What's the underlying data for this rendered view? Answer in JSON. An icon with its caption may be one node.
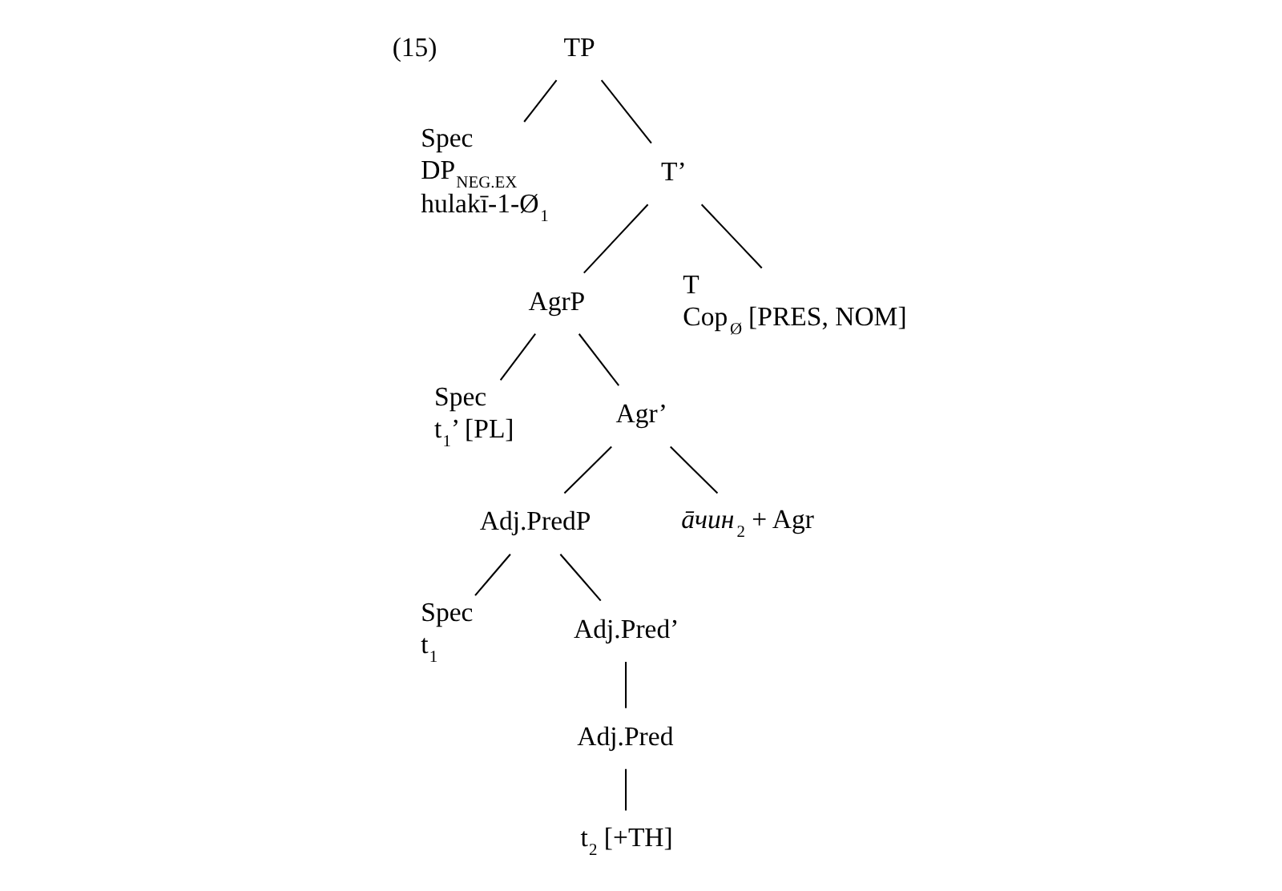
{
  "diagram": {
    "nodes": [
      {
        "text": [
          "TP"
        ]
      },
      {
        "text": [
          "Spec",
          "DP$_{NEG.EX}$",
          "hulakī-1-Ø$_{1}$"
        ]
      },
      {
        "text": [
          "T’"
        ]
      },
      {
        "text": [
          "AgrP"
        ]
      },
      {
        "text": [
          "T",
          "Cop$_{Ø}$ [PRES, NOM]"
        ]
      },
      {
        "text": [
          "Spec",
          "t$_{1}$’ [PL]"
        ]
      },
      {
        "text": [
          "Agr’"
        ]
      },
      {
        "text": [
          "Adj.PredP"
        ]
      },
      {
        "text": [
          "*āчин*$_{2}$ + Agr"
        ]
      },
      {
        "text": [
          "Spec",
          "t$_{1}$"
        ]
      },
      {
        "text": [
          "Adj.Pred’"
        ]
      },
      {
        "text": [
          "Adj.Pred"
        ]
      },
      {
        "text": [
          "t$_{2}$ [+TH]"
        ]
      }
    ],
    "edges": [
      {
        "from": 0,
        "to": 1,
        "arrow": "none"
      },
      {
        "from": 0,
        "to": 2,
        "arrow": "none"
      },
      {
        "from": 2,
        "to": 3,
        "arrow": "none"
      },
      {
        "from": 2,
        "to": 4,
        "arrow": "none"
      },
      {
        "from": 3,
        "to": 5,
        "arrow": "none"
      },
      {
        "from": 3,
        "to": 6,
        "arrow": "none"
      },
      {
        "from": 6,
        "to": 7,
        "arrow": "none"
      },
      {
        "from": 6,
        "to": 8,
        "arrow": "none"
      },
      {
        "from": 7,
        "to": 9,
        "arrow": "none"
      },
      {
        "from": 7,
        "to": 10,
        "arrow": "none"
      },
      {
        "from": 10,
        "to": 11,
        "arrow": "none"
      },
      {
        "from": 11,
        "to": 12,
        "arrow": "none"
      }
    ],
    "labels": [
      "(15)"
    ]
  }
}
